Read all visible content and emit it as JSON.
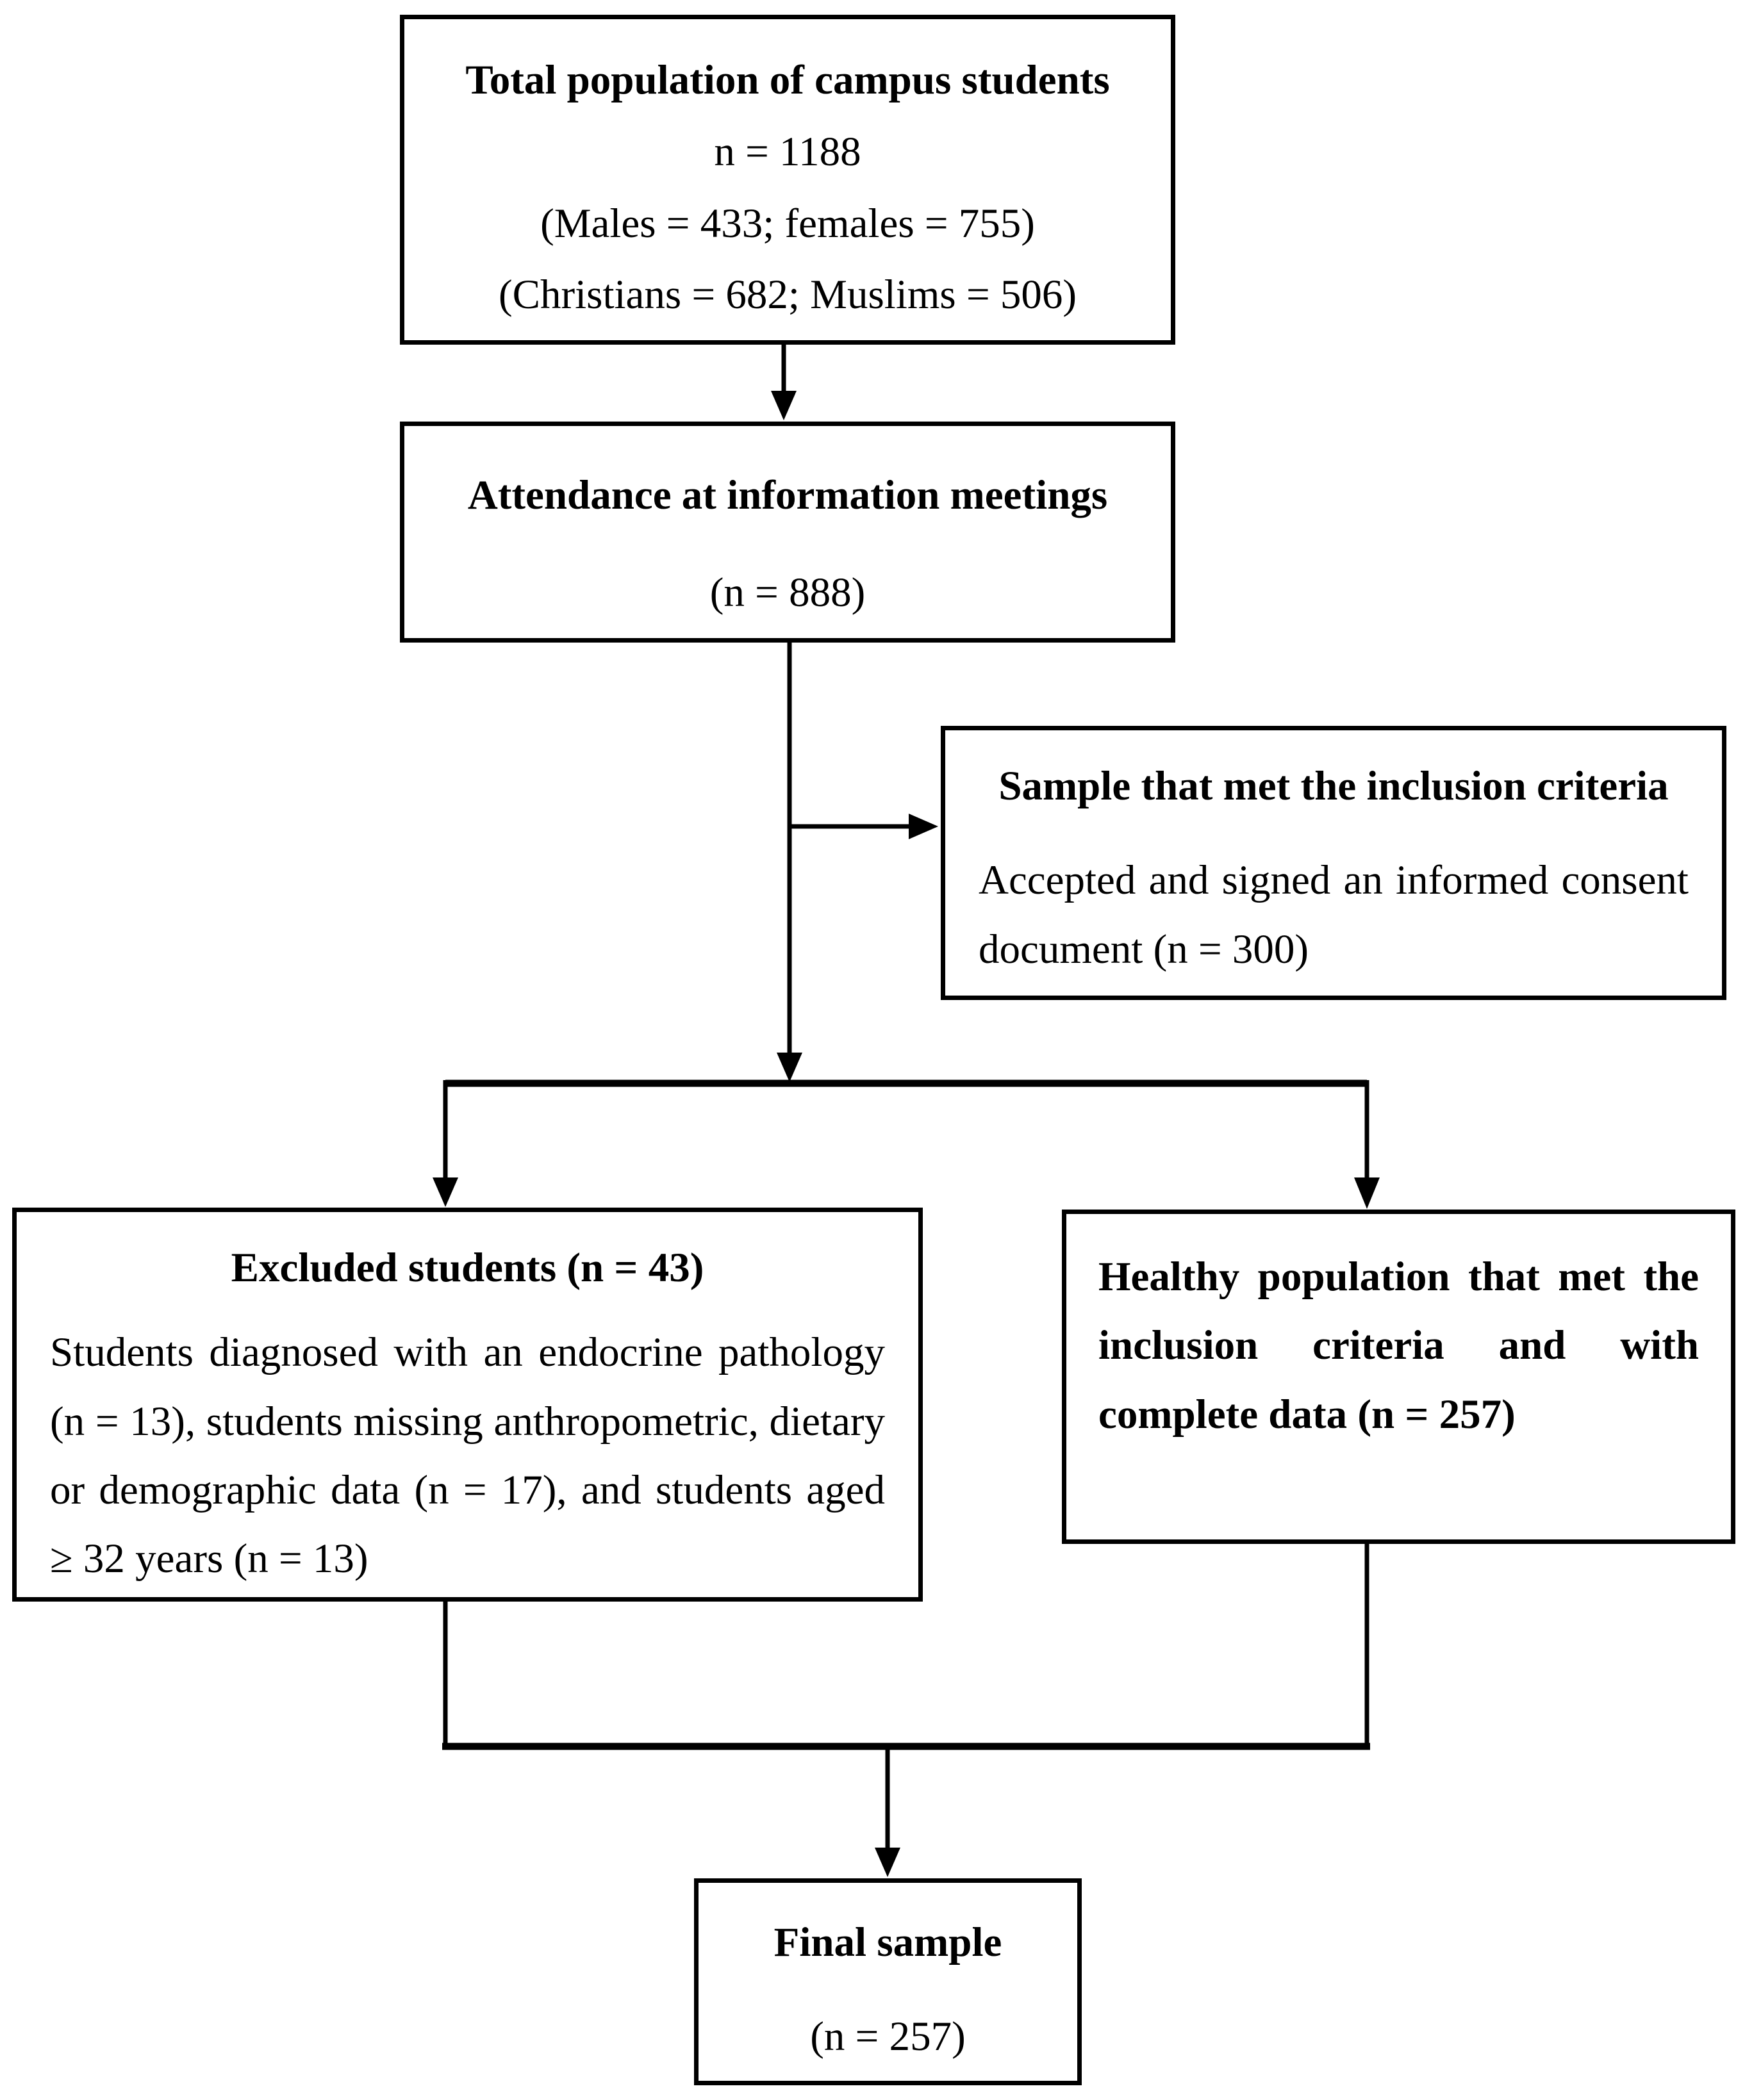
{
  "flowchart": {
    "background_color": "#ffffff",
    "line_color": "#000000",
    "text_color": "#000000",
    "boxes": {
      "total_population": {
        "title": "Total population of campus students",
        "n_line": "n = 1188",
        "sex_line": "(Males = 433; females = 755)",
        "religion_line": "(Christians = 682; Muslims = 506)"
      },
      "attendance": {
        "title": "Attendance at information meetings",
        "n_line": "(n = 888)"
      },
      "sample_inclusion": {
        "title": "Sample that met the inclusion criteria",
        "body": "Accepted and signed an informed consent document (n = 300)"
      },
      "excluded": {
        "title": "Excluded students (n = 43)",
        "body": "Students diagnosed with an endocrine pathology (n = 13), students missing anthropometric, dietary or demographic data (n = 17), and students aged ≥ 32 years (n = 13)"
      },
      "healthy": {
        "body": "Healthy population that met the inclusion criteria and with complete data (n = 257)"
      },
      "final_sample": {
        "title": "Final sample",
        "n_line": "(n = 257)"
      }
    }
  }
}
